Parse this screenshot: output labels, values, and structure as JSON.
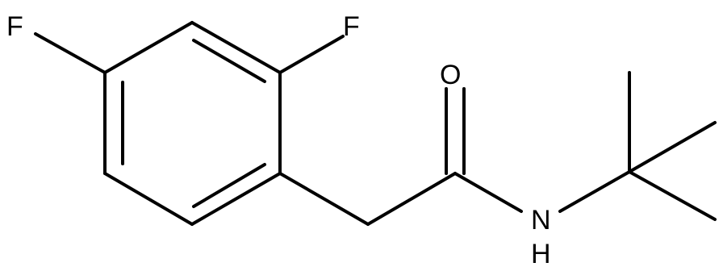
{
  "structure": {
    "atoms": {
      "fluorine_para": "F",
      "fluorine_ortho": "F",
      "carbonyl_oxygen": "O",
      "amide_nitrogen": "N",
      "amide_hydrogen": "H"
    },
    "colors": {
      "bond": "#000000",
      "label": "#000000",
      "background": "#ffffff"
    }
  }
}
